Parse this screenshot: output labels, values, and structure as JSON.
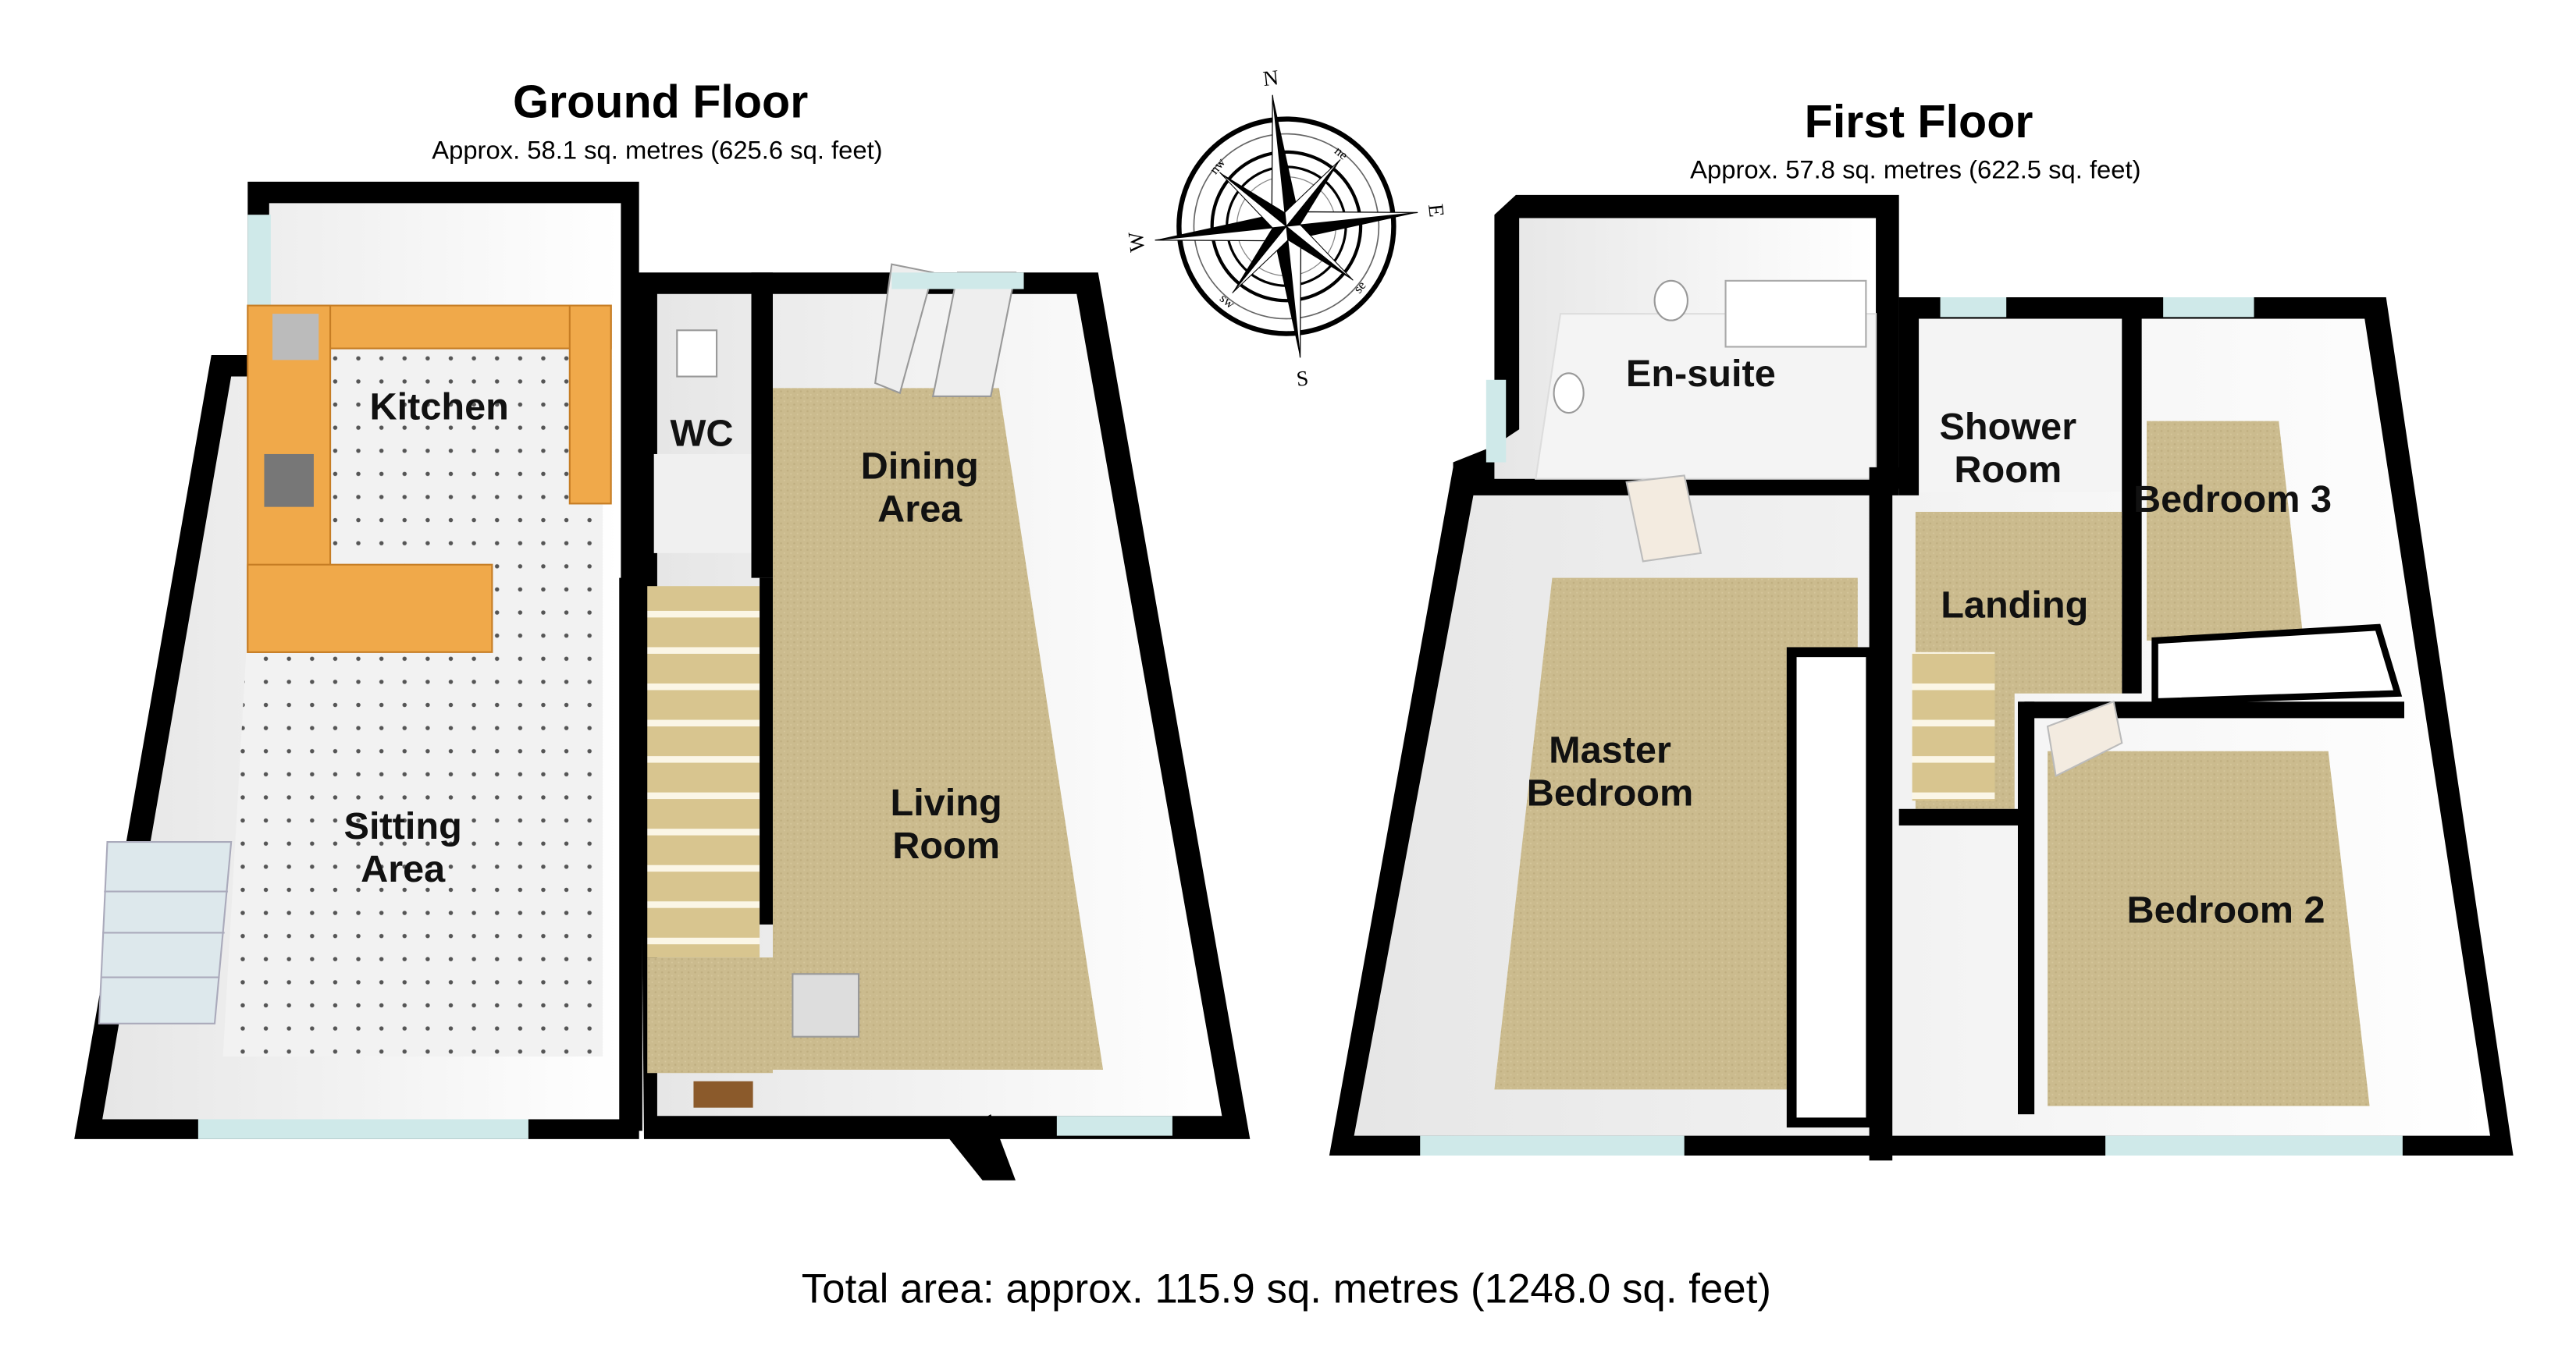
{
  "ground_floor": {
    "title": "Ground Floor",
    "area": "Approx.  58.1 sq. metres (625.6 sq. feet)",
    "rooms": {
      "kitchen": "Kitchen",
      "wc": "WC",
      "dining_1": "Dining",
      "dining_2": "Area",
      "sitting_1": "Sitting",
      "sitting_2": "Area",
      "living_1": "Living",
      "living_2": "Room"
    }
  },
  "first_floor": {
    "title": "First Floor",
    "area": "Approx.  57.8 sq. metres (622.5 sq. feet)",
    "rooms": {
      "ensuite": "En-suite",
      "shower_1": "Shower",
      "shower_2": "Room",
      "bedroom3": "Bedroom 3",
      "landing": "Landing",
      "master_1": "Master",
      "master_2": "Bedroom",
      "bedroom2": "Bedroom 2"
    }
  },
  "compass": {
    "n": "N",
    "e": "E",
    "s": "S",
    "w": "W",
    "ne": "ne",
    "nw": "nw",
    "se": "se",
    "sw": "sw"
  },
  "total": "Total area: approx. 115.9 sq. metres (1248.0 sq. feet)",
  "colors": {
    "wall": "#000000",
    "carpet": "#cbbb8e",
    "tile": "#eeeeee",
    "counter": "#f0a94a",
    "window": "#cfe9e9"
  }
}
